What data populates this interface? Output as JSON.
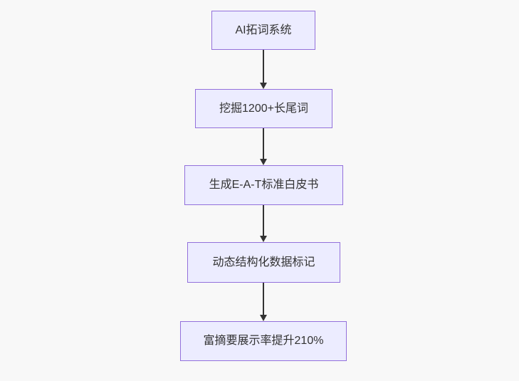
{
  "diagram": {
    "type": "flowchart",
    "direction": "top-down",
    "nodes": [
      {
        "id": "node-1",
        "label": "AI拓词系统"
      },
      {
        "id": "node-2",
        "label": "挖掘1200+长尾词"
      },
      {
        "id": "node-3",
        "label": "生成E-A-T标准白皮书"
      },
      {
        "id": "node-4",
        "label": "动态结构化数据标记"
      },
      {
        "id": "node-5",
        "label": "富摘要展示率提升210%"
      }
    ],
    "edges": [
      {
        "from": "node-1",
        "to": "node-2"
      },
      {
        "from": "node-2",
        "to": "node-3"
      },
      {
        "from": "node-3",
        "to": "node-4"
      },
      {
        "from": "node-4",
        "to": "node-5"
      }
    ],
    "colors": {
      "background": "#f8f8f8",
      "node_fill": "#ECECFF",
      "node_border": "#9370DB",
      "arrow": "#333333",
      "text": "#333333"
    }
  }
}
